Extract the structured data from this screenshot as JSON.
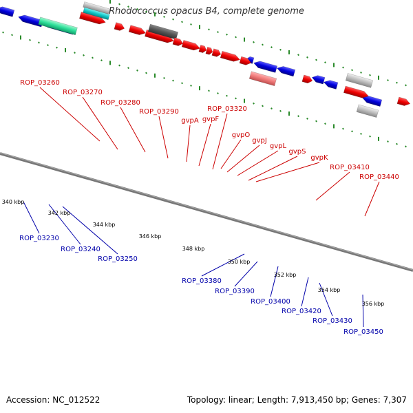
{
  "title": "Rhodococcus opacus B4, complete genome",
  "footer": {
    "accession": "Accession: NC_012522",
    "meta": "Topology: linear; Length: 7,913,450 bp; Genes: 7,307"
  },
  "scale_labels": [
    "340 kbp",
    "342 kbp",
    "344 kbp",
    "346 kbp",
    "348 kbp",
    "350 kbp",
    "352 kbp",
    "354 kbp",
    "356 kbp"
  ],
  "colors": {
    "upper_label": "#cc0000",
    "lower_label": "#0000aa",
    "forward_gene": "#ee0000",
    "reverse_gene": "#0000dd",
    "axis": "#777777",
    "tick": "#2a8a2a"
  },
  "upper_labels": [
    "ROP_03260",
    "ROP_03270",
    "ROP_03280",
    "ROP_03290",
    "ROP_03320",
    "gvpA",
    "gvpF",
    "gvpO",
    "gvpJ",
    "gvpL",
    "gvpS",
    "gvpK",
    "ROP_03410",
    "ROP_03440"
  ],
  "lower_labels": [
    "ROP_03230",
    "ROP_03240",
    "ROP_03250",
    "ROP_03380",
    "ROP_03390",
    "ROP_03400",
    "ROP_03420",
    "ROP_03430",
    "ROP_03450"
  ]
}
